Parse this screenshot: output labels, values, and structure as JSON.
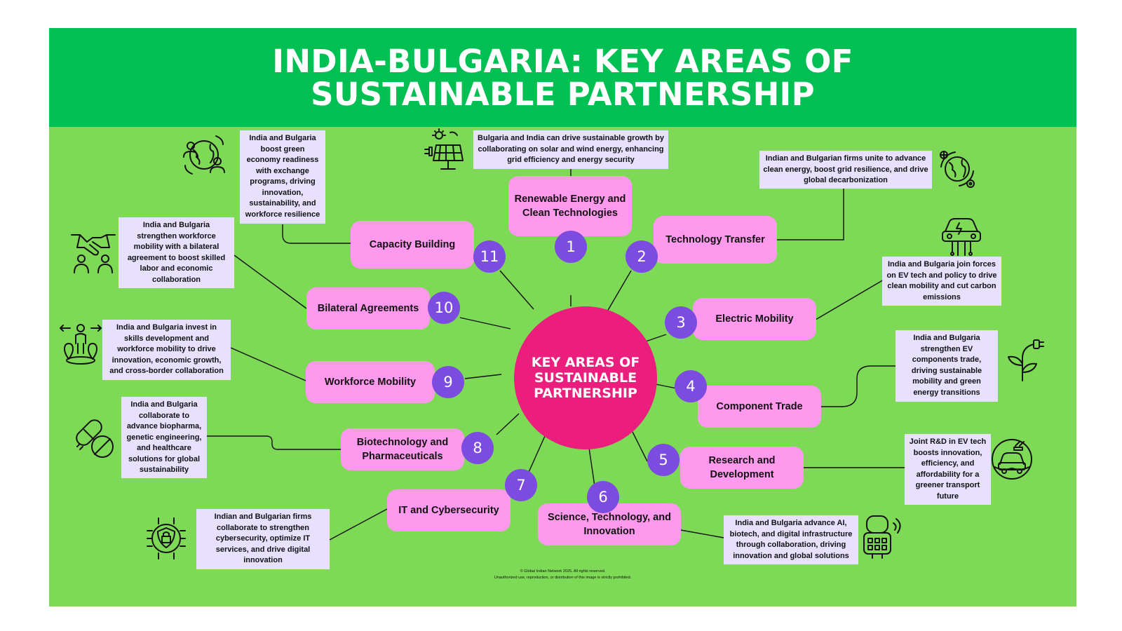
{
  "header": {
    "title": "INDIA-BULGARIA: KEY AREAS OF SUSTAINABLE PARTNERSHIP"
  },
  "center": {
    "label": "KEY AREAS OF SUSTAINABLE PARTNERSHIP"
  },
  "areas": [
    {
      "number": "1",
      "title": "Renewable Energy and Clean Technologies",
      "description": "Bulgaria and India can drive sustainable growth by collaborating on solar and wind energy, enhancing grid efficiency and energy security",
      "icon": "solar-panel-icon"
    },
    {
      "number": "2",
      "title": "Technology Transfer",
      "description": "Indian and Bulgarian firms unite to advance clean energy, boost grid resilience, and drive global decarbonization",
      "icon": "global-tech-icon"
    },
    {
      "number": "3",
      "title": "Electric Mobility",
      "description": "India and Bulgaria join forces on EV tech and policy to drive clean mobility and cut carbon emissions",
      "icon": "electric-car-icon"
    },
    {
      "number": "4",
      "title": "Component Trade",
      "description": "India and Bulgaria strengthen EV components trade, driving sustainable mobility and green energy transitions",
      "icon": "plug-plant-icon"
    },
    {
      "number": "5",
      "title": "Research and Development",
      "description": "Joint R&D in EV tech boosts innovation, efficiency, and affordability for a greener transport future",
      "icon": "eco-car-icon"
    },
    {
      "number": "6",
      "title": "Science, Technology, and Innovation",
      "description": "India and Bulgaria advance AI, biotech, and digital infrastructure through collaboration, driving innovation and global solutions",
      "icon": "robot-icon"
    },
    {
      "number": "7",
      "title": "IT and Cybersecurity",
      "description": "Indian and Bulgarian firms collaborate to strengthen cybersecurity, optimize IT services, and drive digital innovation",
      "icon": "cyber-shield-icon"
    },
    {
      "number": "8",
      "title": "Biotechnology and Pharmaceuticals",
      "description": "India and Bulgaria collaborate to advance biopharma, genetic engineering, and healthcare solutions for global sustainability",
      "icon": "pills-icon"
    },
    {
      "number": "9",
      "title": "Workforce Mobility",
      "description": "India and Bulgaria invest in skills development and workforce mobility to drive innovation, economic growth, and cross-border collaboration",
      "icon": "person-directions-icon"
    },
    {
      "number": "10",
      "title": "Bilateral Agreements",
      "description": "India and Bulgaria strengthen workforce mobility with a bilateral agreement to boost skilled labor and economic collaboration",
      "icon": "handshake-icon"
    },
    {
      "number": "11",
      "title": "Capacity Building",
      "description": "India and Bulgaria boost green economy readiness with exchange programs, driving innovation, sustainability, and workforce resilience",
      "icon": "global-people-icon"
    }
  ],
  "footer": {
    "copyright": "© Global Indian Network 2025. All rights reserved.",
    "notice": "Unauthorized use, reproduction, or distribution of this image is strictly prohibited."
  }
}
